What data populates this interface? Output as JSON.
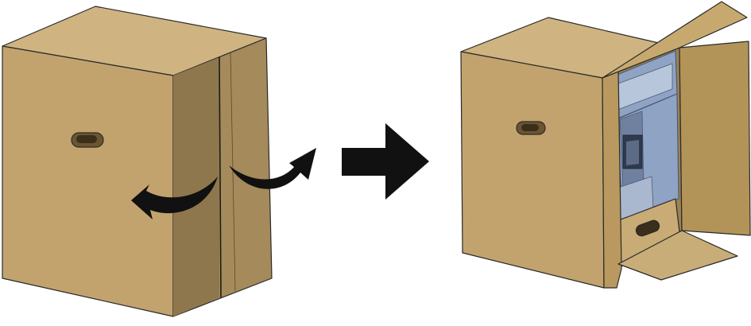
{
  "illustration": {
    "steps": [
      {
        "state": "closed",
        "interaction": "open-flaps-outward"
      },
      {
        "state": "opened",
        "contents": "packaged-unit"
      }
    ],
    "transition": "right-arrow"
  },
  "colors": {
    "cardboard_front": "#c2a36e",
    "cardboard_side": "#a58a5b",
    "cardboard_top": "#cfb381",
    "cardboard_inner": "#b9995f",
    "edge": "#2a2a2a",
    "arrow": "#111111",
    "contents": "#8fa3c4",
    "background": "#ffffff"
  },
  "icons": [
    "curved-arrow-left-icon",
    "curved-arrow-right-icon",
    "right-arrow-icon"
  ]
}
